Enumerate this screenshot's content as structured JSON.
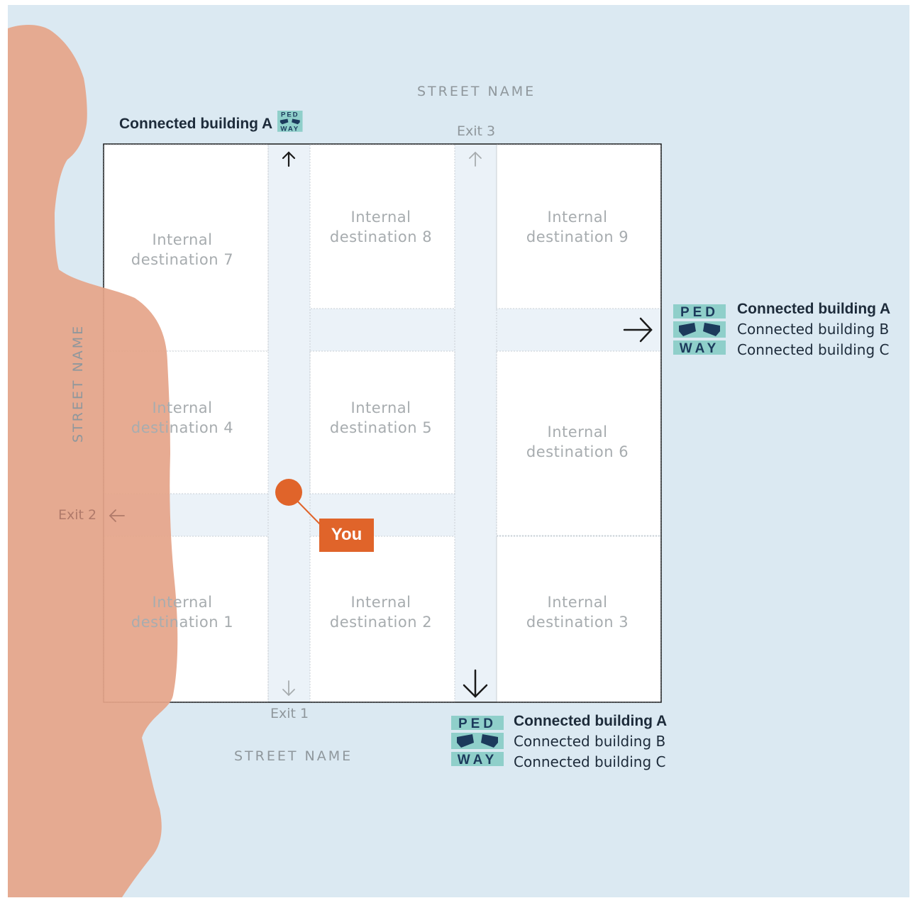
{
  "streets": {
    "top": "STREET NAME",
    "left": "STREET NAME",
    "bottom": "STREET NAME"
  },
  "exits": {
    "exit_1": "Exit 1",
    "exit_2": "Exit 2",
    "exit_3": "Exit 3"
  },
  "destinations": [
    {
      "line1": "Internal",
      "line2": "destination 7"
    },
    {
      "line1": "Internal",
      "line2": "destination 8"
    },
    {
      "line1": "Internal",
      "line2": "destination 9"
    },
    {
      "line1": "Internal",
      "line2": "destination 4"
    },
    {
      "line1": "Internal",
      "line2": "destination 5"
    },
    {
      "line1": "Internal",
      "line2": "destination 6"
    },
    {
      "line1": "Internal",
      "line2": "destination 1"
    },
    {
      "line1": "Internal",
      "line2": "destination 2"
    },
    {
      "line1": "Internal",
      "line2": "destination 3"
    }
  ],
  "you_marker": {
    "label": "You"
  },
  "pedway_logo": {
    "line1": "PED",
    "line2": "WAY"
  },
  "connections": {
    "top": {
      "title": "Connected building A"
    },
    "right": {
      "items": [
        "Connected building A",
        "Connected building B",
        "Connected building C"
      ]
    },
    "bottom": {
      "items": [
        "Connected building A",
        "Connected building B",
        "Connected building C"
      ]
    }
  },
  "colors": {
    "background": "#dbe9f2",
    "corridor": "#ebf2f8",
    "block": "#ffffff",
    "silhouette": "#e5a58a",
    "you_marker": "#e0642a",
    "pedway_teal": "#8fcfca",
    "pedway_navy": "#1c3a5c"
  }
}
